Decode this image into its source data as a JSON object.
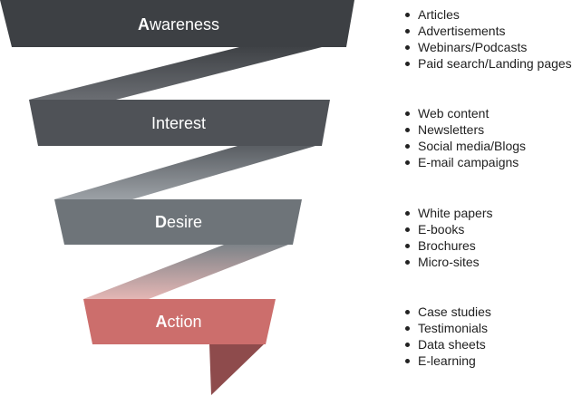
{
  "stages": [
    {
      "initial": "A",
      "rest": "wareness",
      "items": [
        "Articles",
        "Advertisements",
        "Webinars/Podcasts",
        "Paid search/Landing pages"
      ]
    },
    {
      "initial": "",
      "rest": "Interest",
      "items": [
        "Web content",
        "Newsletters",
        "Social media/Blogs",
        "E-mail campaigns"
      ]
    },
    {
      "initial": "D",
      "rest": "esire",
      "items": [
        "White papers",
        "E-books",
        "Brochures",
        "Micro-sites"
      ]
    },
    {
      "initial": "A",
      "rest": "ction",
      "items": [
        "Case studies",
        "Testimonials",
        "Data sheets",
        "E-learning"
      ]
    }
  ],
  "colors": {
    "awareness": "#3d4044",
    "interest": "#4f5257",
    "desire": "#6e7479",
    "action": "#cc6e6c",
    "tail": "#8e4b4c"
  }
}
